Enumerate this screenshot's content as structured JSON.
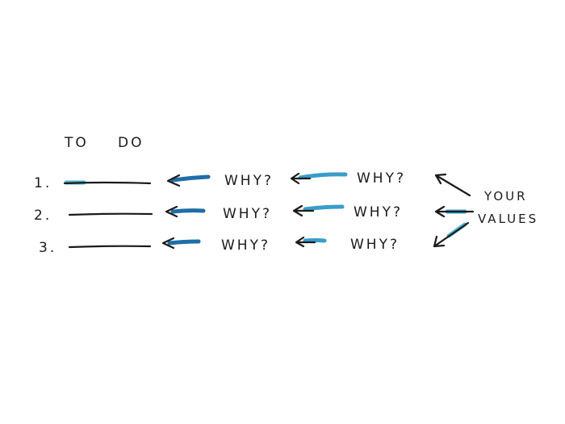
{
  "header": {
    "col1": "TO",
    "col2": "DO"
  },
  "rows": [
    {
      "number": "1.",
      "why_inner": "WHY?",
      "why_outer": "WHY?"
    },
    {
      "number": "2.",
      "why_inner": "WHY?",
      "why_outer": "WHY?"
    },
    {
      "number": "3.",
      "why_inner": "WHY?",
      "why_outer": "WHY?"
    }
  ],
  "values_label": {
    "line1": "YOUR",
    "line2": "VALUES"
  },
  "colors": {
    "ink": "#1b1b1b",
    "blue_dark": "#1f6ea8",
    "blue_light": "#3a9cc8",
    "blue_teal": "#4cb3cf",
    "paper": "#ffffff"
  }
}
